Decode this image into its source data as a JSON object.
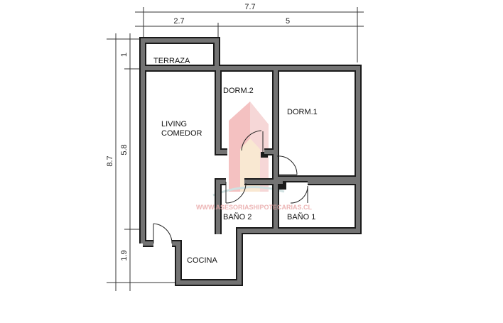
{
  "rooms": {
    "terraza": "TERRAZA",
    "living_1": "LIVING",
    "living_2": "COMEDOR",
    "dorm2": "DORM.2",
    "dorm1": "DORM.1",
    "bano2": "BAÑO 2",
    "bano1": "BAÑO 1",
    "cocina": "COCINA"
  },
  "dimensions": {
    "total_width": "7.7",
    "width_left": "2.7",
    "width_right": "5",
    "total_depth": "8.7",
    "depth_terraza": "1",
    "depth_main": "5.8",
    "depth_cocina": "1.9"
  },
  "watermark": "WWW.ASESORIASHIPOTECARIAS.CL",
  "colors": {
    "wall": "#707070",
    "wall_edge": "#1a1a1a"
  }
}
